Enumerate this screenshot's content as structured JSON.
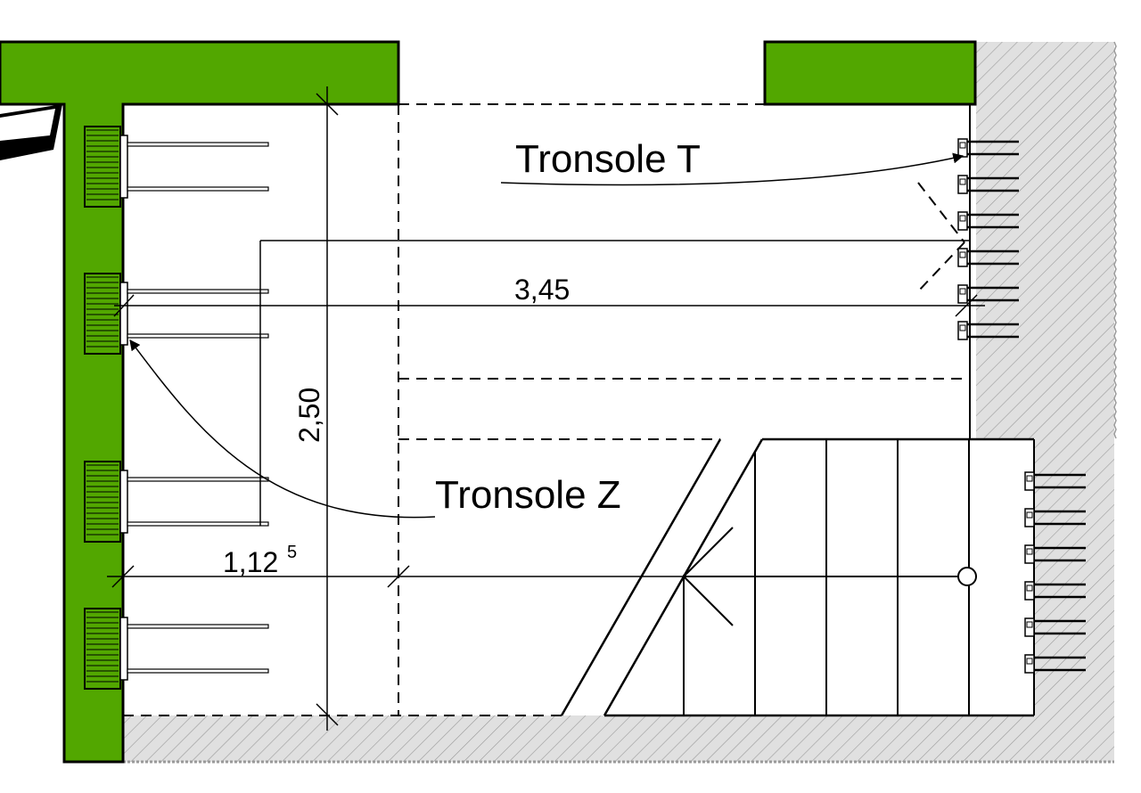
{
  "labels": {
    "tronsole_t": "Tronsole T",
    "tronsole_z": "Tronsole Z"
  },
  "dimensions": {
    "width_main": "3,45",
    "height_main": "2,50",
    "offset_base": "1,12",
    "offset_sup": "5"
  },
  "colors": {
    "wall_green": "#52a700",
    "hatch_fill": "#e0e0e0",
    "hatch_line": "#9a9a9a",
    "line": "#000000"
  }
}
